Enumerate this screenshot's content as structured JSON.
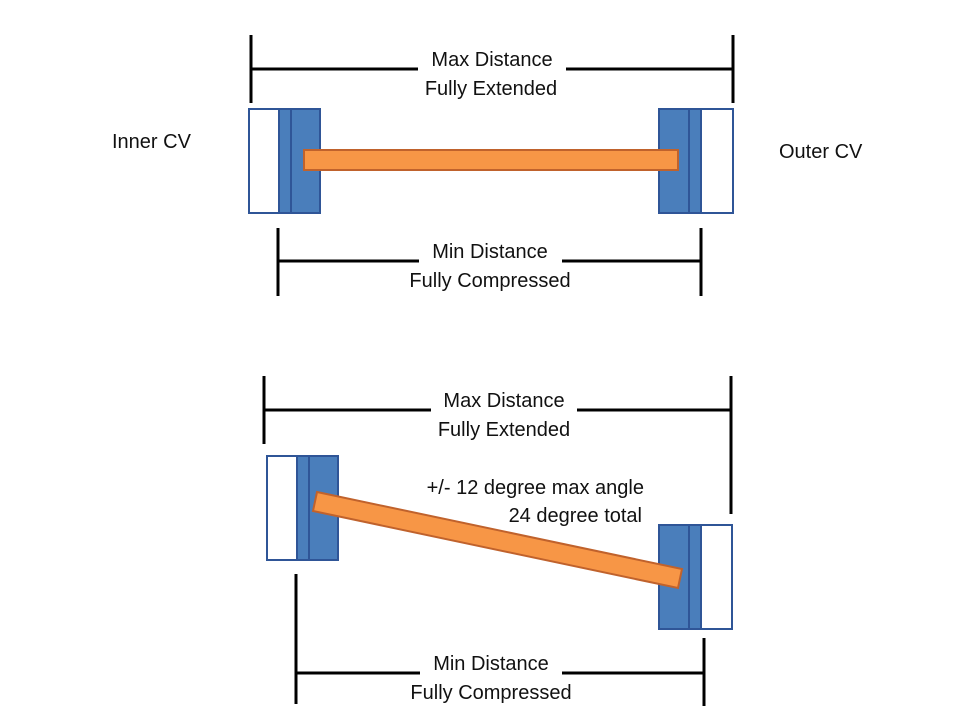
{
  "colors": {
    "cv_fill": "#4a7ebb",
    "cv_outline": "#2f5597",
    "shaft_fill": "#f79646",
    "shaft_outline": "#c0622c",
    "dimension_line": "#000000"
  },
  "labels": {
    "inner_cv": "Inner CV",
    "outer_cv": "Outer CV"
  },
  "top_diagram": {
    "max_line1": "Max Distance",
    "max_line2": "Fully Extended",
    "min_line1": "Min Distance",
    "min_line2": "Fully Compressed"
  },
  "bottom_diagram": {
    "max_line1": "Max Distance",
    "max_line2": "Fully Extended",
    "angle_line1": "+/- 12 degree max angle",
    "angle_line2": "24 degree total",
    "min_line1": "Min Distance",
    "min_line2": "Fully Compressed"
  }
}
